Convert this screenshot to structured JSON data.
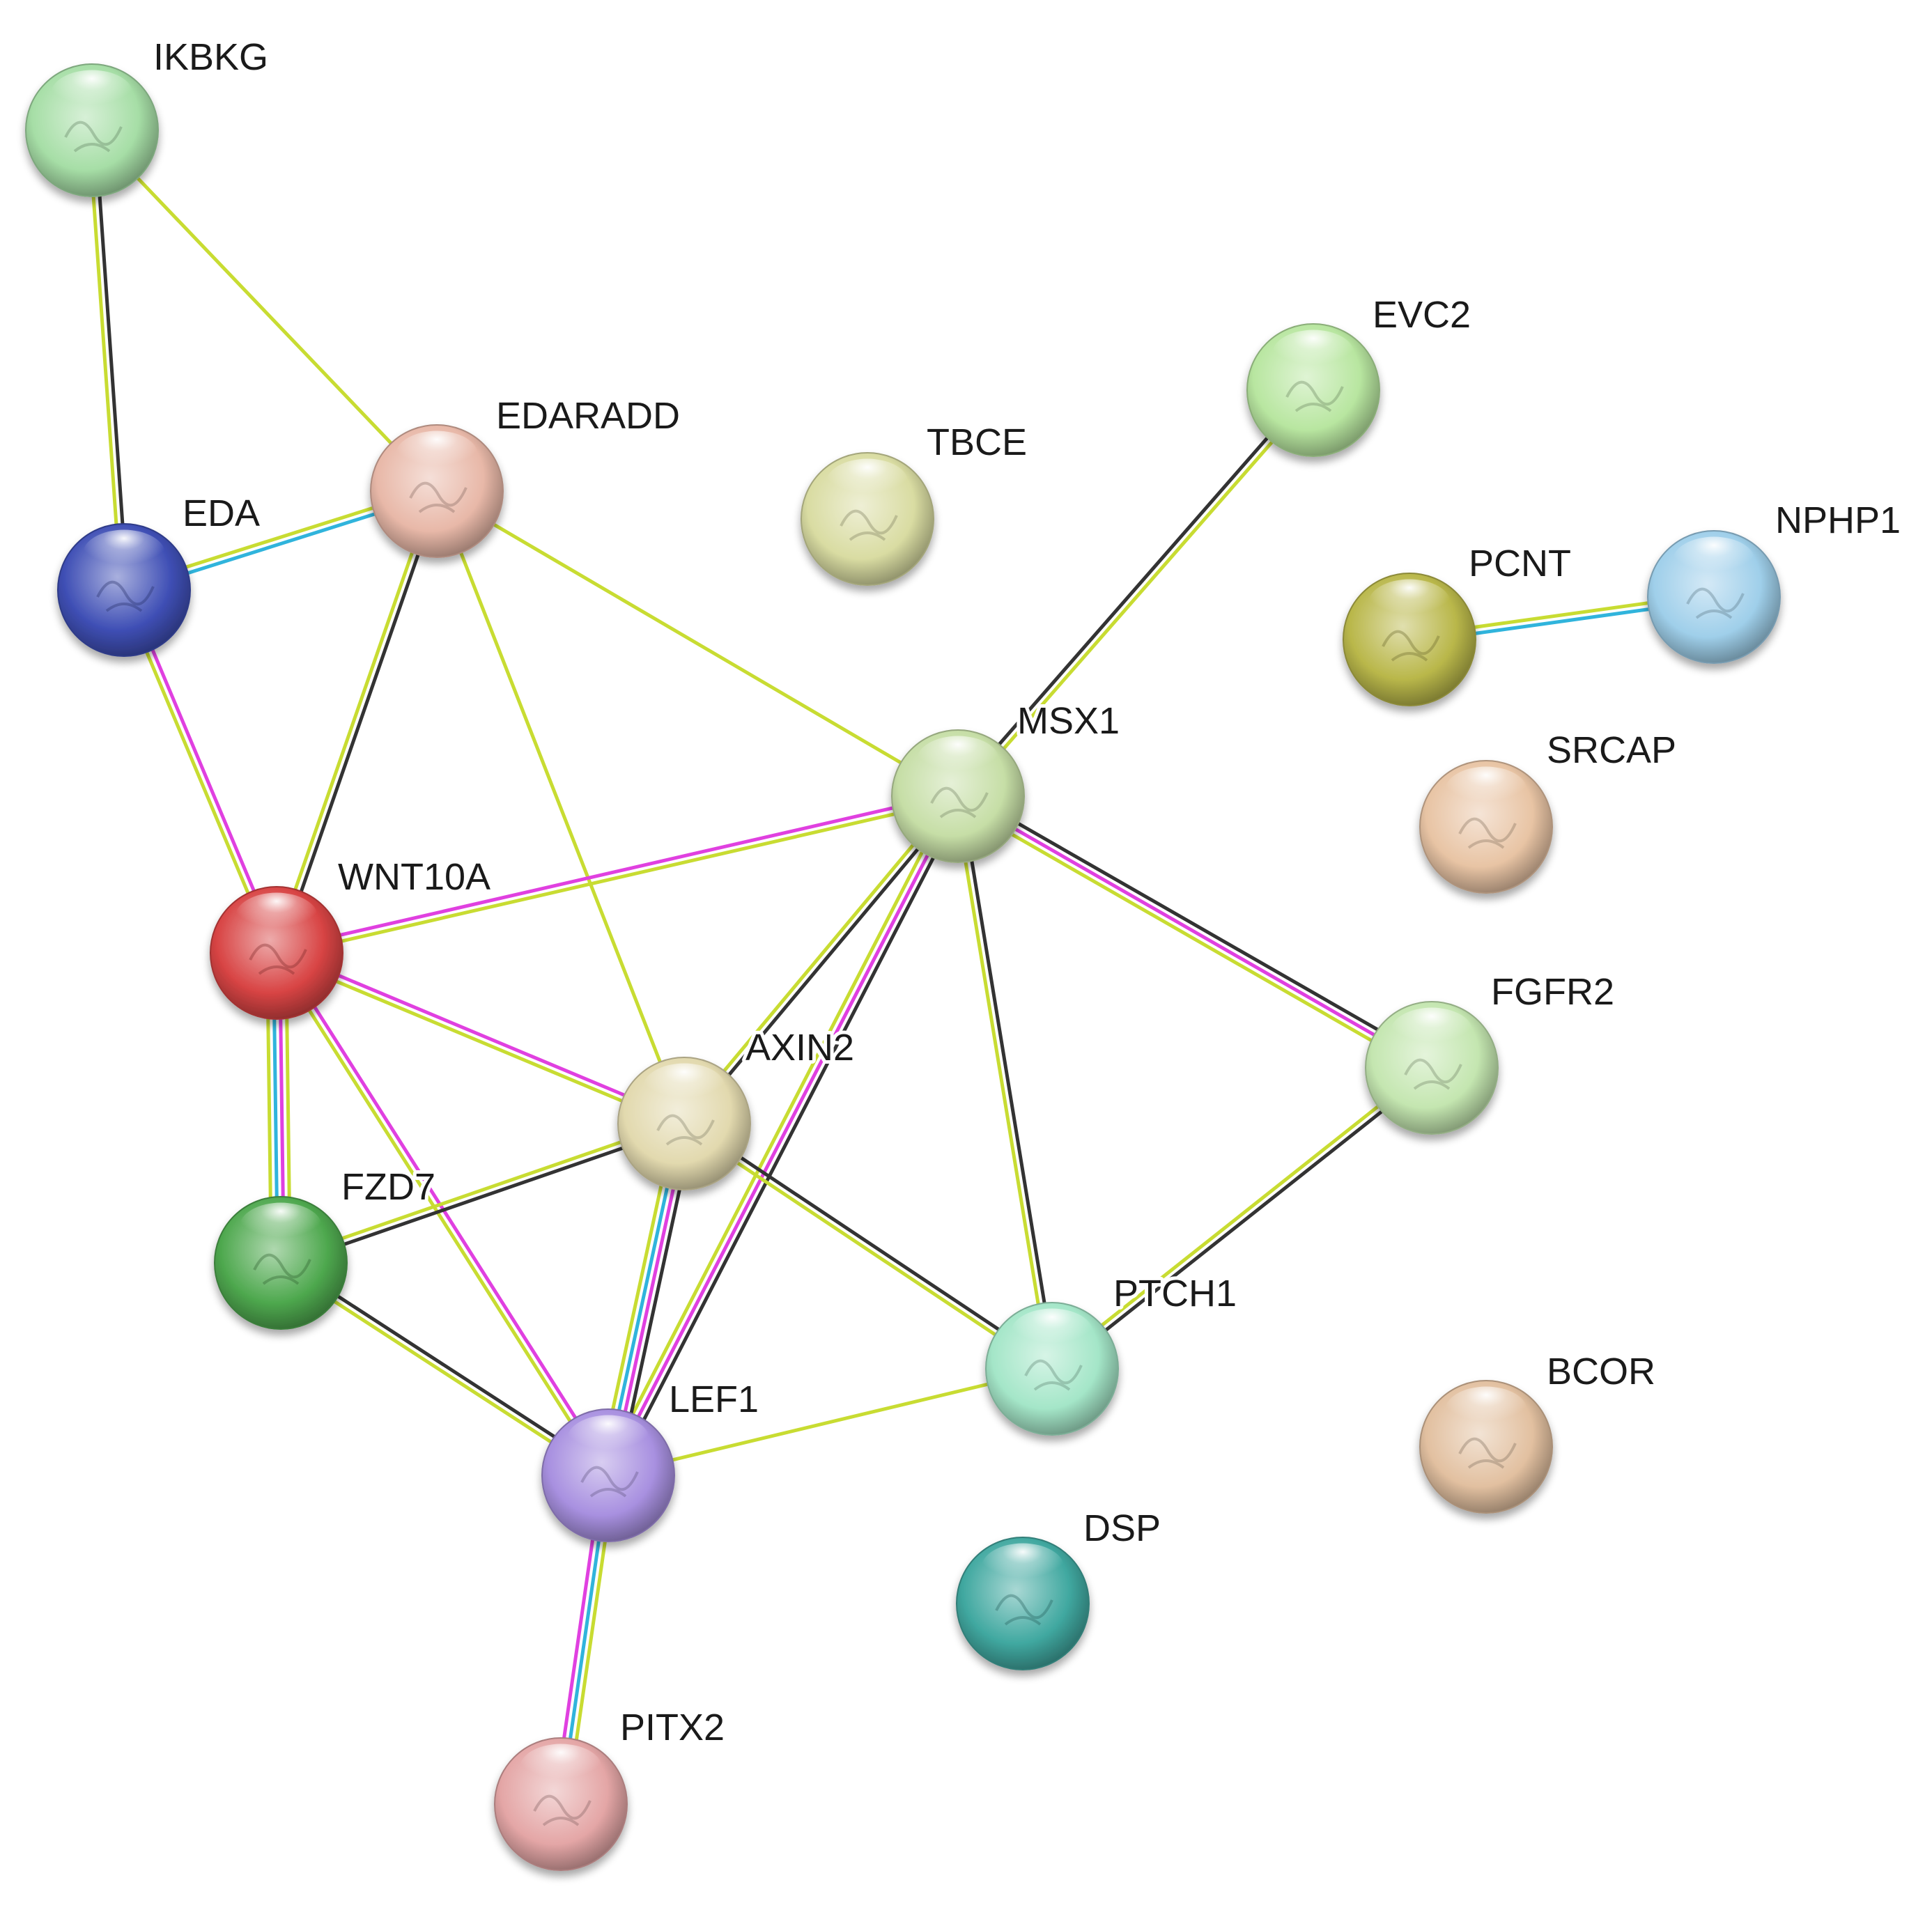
{
  "nodes": [
    {
      "id": "IKBKG",
      "label": "IKBKG",
      "color": "#a6dea6"
    },
    {
      "id": "EDARADD",
      "label": "EDARADD",
      "color": "#e8b8a8"
    },
    {
      "id": "EDA",
      "label": "EDA",
      "color": "#3f4fb5"
    },
    {
      "id": "TBCE",
      "label": "TBCE",
      "color": "#d9dca2"
    },
    {
      "id": "EVC2",
      "label": "EVC2",
      "color": "#b8e6a0"
    },
    {
      "id": "PCNT",
      "label": "PCNT",
      "color": "#b9b74a"
    },
    {
      "id": "NPHP1",
      "label": "NPHP1",
      "color": "#9fcfea"
    },
    {
      "id": "MSX1",
      "label": "MSX1",
      "color": "#c6dea6"
    },
    {
      "id": "SRCAP",
      "label": "SRCAP",
      "color": "#e8c4a4"
    },
    {
      "id": "WNT10A",
      "label": "WNT10A",
      "color": "#d84444"
    },
    {
      "id": "AXIN2",
      "label": "AXIN2",
      "color": "#e2d9ae"
    },
    {
      "id": "FGFR2",
      "label": "FGFR2",
      "color": "#c4e6b0"
    },
    {
      "id": "FZD7",
      "label": "FZD7",
      "color": "#4ea84e"
    },
    {
      "id": "PTCH1",
      "label": "PTCH1",
      "color": "#a4e6c8"
    },
    {
      "id": "LEF1",
      "label": "LEF1",
      "color": "#a890e0"
    },
    {
      "id": "BCOR",
      "label": "BCOR",
      "color": "#e2c0a0"
    },
    {
      "id": "DSP",
      "label": "DSP",
      "color": "#40a8a0"
    },
    {
      "id": "PITX2",
      "label": "PITX2",
      "color": "#e4a6a6"
    }
  ],
  "edge_colors": {
    "textmining": "#c8dc32",
    "coexpression": "#333333",
    "experimental": "#e040e0",
    "database": "#30b4dc"
  },
  "edges": [
    {
      "source": "IKBKG",
      "target": "EDA",
      "types": [
        "coexpression",
        "textmining"
      ]
    },
    {
      "source": "IKBKG",
      "target": "EDARADD",
      "types": [
        "textmining"
      ]
    },
    {
      "source": "EDA",
      "target": "EDARADD",
      "types": [
        "textmining",
        "database"
      ]
    },
    {
      "source": "EDA",
      "target": "WNT10A",
      "types": [
        "experimental",
        "textmining"
      ]
    },
    {
      "source": "EDARADD",
      "target": "WNT10A",
      "types": [
        "coexpression",
        "textmining"
      ]
    },
    {
      "source": "EDARADD",
      "target": "AXIN2",
      "types": [
        "textmining"
      ]
    },
    {
      "source": "EDARADD",
      "target": "MSX1",
      "types": [
        "textmining"
      ]
    },
    {
      "source": "EVC2",
      "target": "MSX1",
      "types": [
        "textmining",
        "coexpression"
      ]
    },
    {
      "source": "PCNT",
      "target": "NPHP1",
      "types": [
        "textmining",
        "database"
      ]
    },
    {
      "source": "WNT10A",
      "target": "MSX1",
      "types": [
        "experimental",
        "textmining"
      ]
    },
    {
      "source": "WNT10A",
      "target": "AXIN2",
      "types": [
        "experimental",
        "textmining"
      ]
    },
    {
      "source": "WNT10A",
      "target": "FZD7",
      "types": [
        "textmining",
        "experimental",
        "database",
        "textmining"
      ]
    },
    {
      "source": "WNT10A",
      "target": "LEF1",
      "types": [
        "experimental",
        "textmining"
      ]
    },
    {
      "source": "MSX1",
      "target": "AXIN2",
      "types": [
        "coexpression",
        "textmining"
      ]
    },
    {
      "source": "MSX1",
      "target": "LEF1",
      "types": [
        "coexpression",
        "experimental",
        "textmining"
      ]
    },
    {
      "source": "MSX1",
      "target": "PTCH1",
      "types": [
        "coexpression",
        "textmining"
      ]
    },
    {
      "source": "MSX1",
      "target": "FGFR2",
      "types": [
        "coexpression",
        "experimental",
        "textmining"
      ]
    },
    {
      "source": "AXIN2",
      "target": "FZD7",
      "types": [
        "coexpression",
        "textmining"
      ]
    },
    {
      "source": "AXIN2",
      "target": "LEF1",
      "types": [
        "coexpression",
        "experimental",
        "database",
        "textmining"
      ]
    },
    {
      "source": "AXIN2",
      "target": "PTCH1",
      "types": [
        "coexpression",
        "textmining"
      ]
    },
    {
      "source": "FGFR2",
      "target": "PTCH1",
      "types": [
        "coexpression",
        "textmining"
      ]
    },
    {
      "source": "FZD7",
      "target": "LEF1",
      "types": [
        "coexpression",
        "textmining"
      ]
    },
    {
      "source": "LEF1",
      "target": "PTCH1",
      "types": [
        "textmining"
      ]
    },
    {
      "source": "LEF1",
      "target": "PITX2",
      "types": [
        "textmining",
        "database",
        "experimental"
      ]
    }
  ]
}
